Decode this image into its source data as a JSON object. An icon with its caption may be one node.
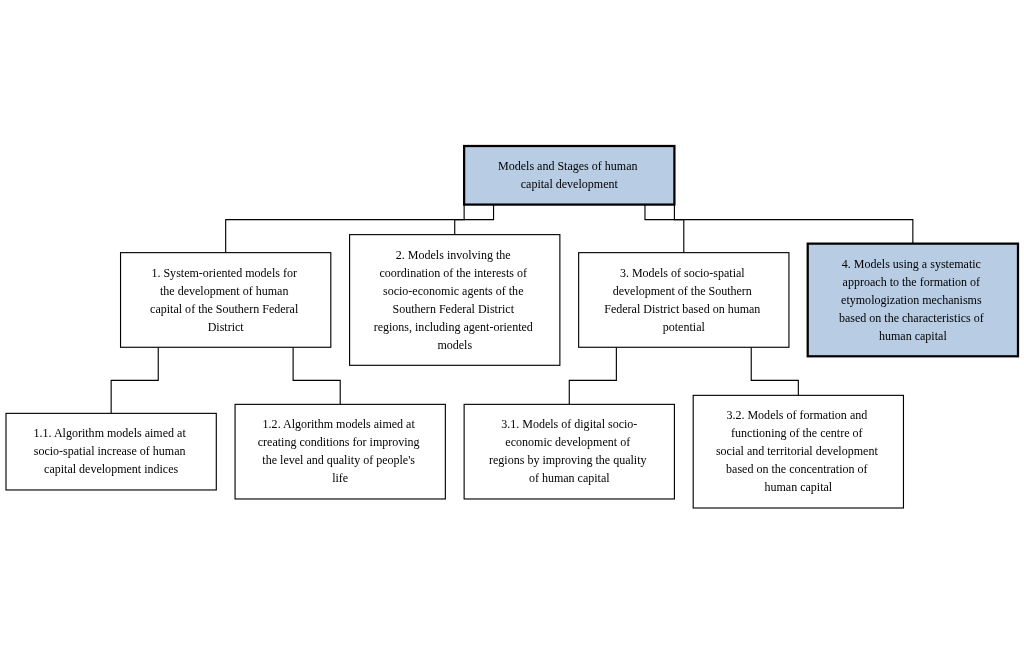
{
  "diagram": {
    "nodes": [
      {
        "text": [
          "Models and Stages of human capital development"
        ]
      },
      {
        "text": [
          "1. System-oriented models for the development of human capital of the Southern Federal District"
        ]
      },
      {
        "text": [
          "2. Models involving the coordination of the interests of socio-economic agents of the Southern Federal District regions, including agent-oriented models"
        ]
      },
      {
        "text": [
          "3. Models of socio-spatial development of the Southern Federal District based on human potential"
        ]
      },
      {
        "text": [
          "4. Models using a systematic approach to the formation of etymologization mechanisms based on the characteristics of human capital"
        ]
      },
      {
        "text": [
          "1.1. Algorithm models aimed at socio-spatial increase of human capital development indices"
        ]
      },
      {
        "text": [
          "3.1. Models of digital socio-economic development of regions by improving the quality of human capital"
        ]
      },
      {
        "text": [
          "1.2. Algorithm models aimed at creating conditions for improving the level and quality of people's life"
        ]
      },
      {
        "text": [
          "3.2. Models of formation and functioning of the centre of social and territorial development based on the concentration of human capital"
        ]
      }
    ],
    "edges": [
      {
        "from": 0,
        "to": 1,
        "arrow": "none"
      },
      {
        "from": 0,
        "to": 2,
        "arrow": "none"
      },
      {
        "from": 0,
        "to": 3,
        "arrow": "none"
      },
      {
        "from": 0,
        "to": 4,
        "arrow": "none"
      },
      {
        "from": 1,
        "to": 5,
        "arrow": "none"
      },
      {
        "from": 1,
        "to": 7,
        "arrow": "none"
      },
      {
        "from": 3,
        "to": 6,
        "arrow": "none"
      },
      {
        "from": 3,
        "to": 8,
        "arrow": "none"
      }
    ]
  }
}
